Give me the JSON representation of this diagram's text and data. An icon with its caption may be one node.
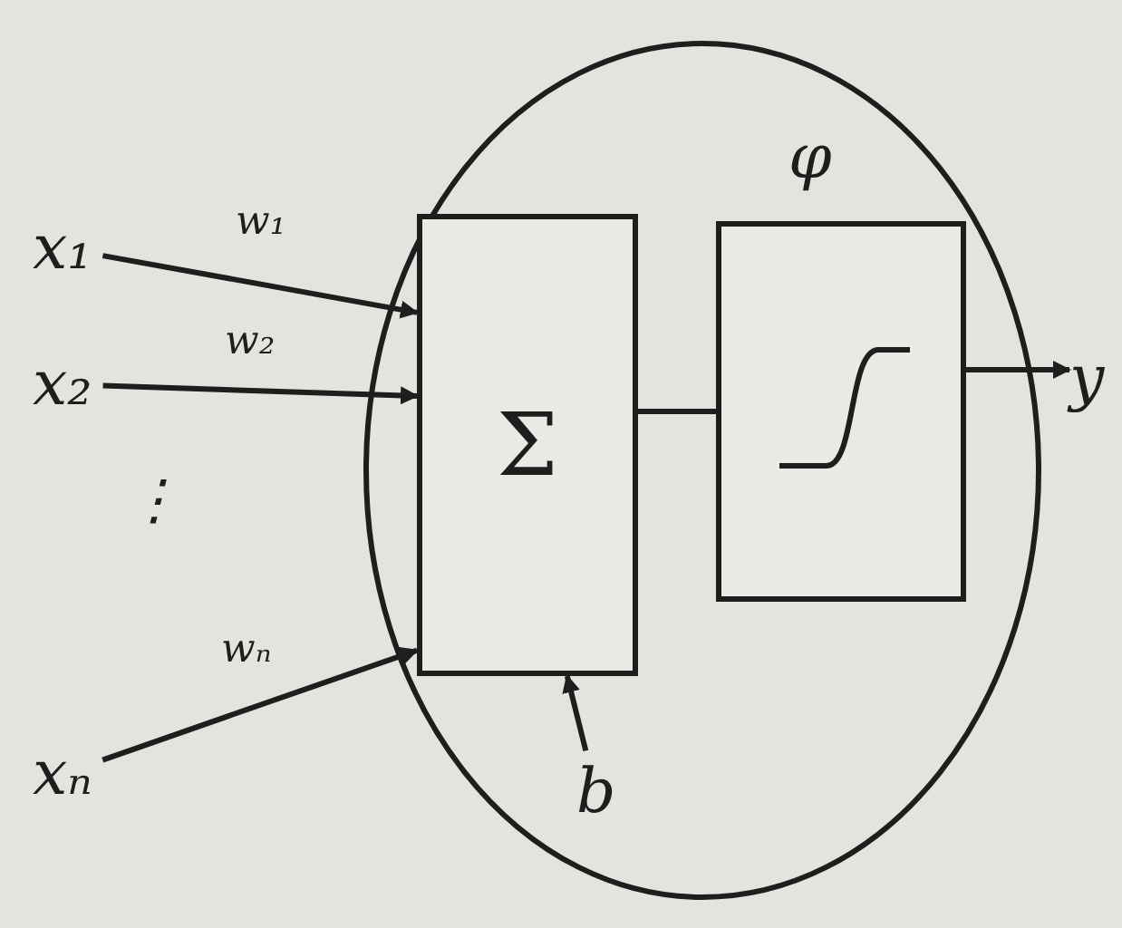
{
  "diagram": {
    "nodes": [
      {
        "text": [
          "x₁"
        ]
      },
      {
        "text": [
          "x₂"
        ]
      },
      {
        "text": [
          "xₙ"
        ]
      },
      {
        "text": [],
        "shape": "circle"
      },
      {
        "text": [
          "Σ"
        ],
        "in": 3
      },
      {
        "text": [
          "φ"
        ],
        "in": 3
      },
      {
        "text": [
          "y"
        ]
      },
      {
        "text": [
          "b"
        ],
        "in": 3
      }
    ],
    "edges": [
      {
        "from": 0,
        "to": 4,
        "arrow": "to",
        "label": "w₁"
      },
      {
        "from": 1,
        "to": 4,
        "arrow": "to",
        "label": "w₂"
      },
      {
        "from": 2,
        "to": 4,
        "arrow": "to",
        "label": "wₙ"
      },
      {
        "from": 7,
        "to": 4,
        "arrow": "to"
      },
      {
        "from": 4,
        "to": 5,
        "arrow": "none"
      },
      {
        "from": 5,
        "to": 6,
        "arrow": "to"
      }
    ],
    "labels": [
      "⋮"
    ]
  }
}
